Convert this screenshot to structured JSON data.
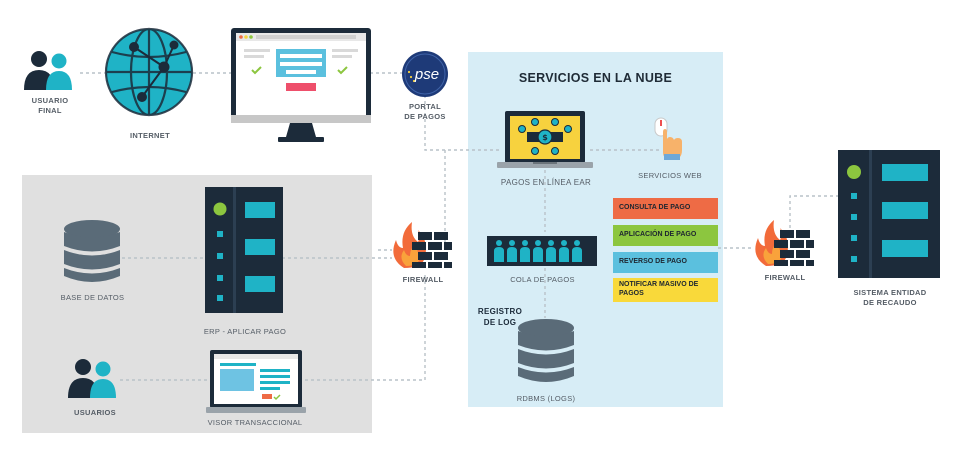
{
  "cloud": {
    "title": "SERVICIOS EN LA NUBE"
  },
  "labels": {
    "usuario_final": "USUARIO\nFINAL",
    "internet": "INTERNET",
    "portal": "PORTAL\nDE PAGOS",
    "pagos_en_linea": "PAGOS EN LÍNEA EAR",
    "servicios_web": "SERVICIOS WEB",
    "cola_de_pagos": "COLA DE PAGOS",
    "registro_de_log": "REGISTRO\nDE LOG",
    "rdbms": "RDBMS (LOGS)",
    "firewall_left": "FIREWALL",
    "firewall_right": "FIREWALL",
    "sistema_entidad": "SISTEMA ENTIDAD\nDE RECAUDO",
    "base_de_datos": "BASE DE DATOS",
    "erp": "ERP - APLICAR PAGO",
    "usuarios": "USUARIOS",
    "visor": "VISOR TRANSACCIONAL"
  },
  "logo": {
    "text": "pse"
  },
  "services": [
    "CONSULTA DE PAGO",
    "APLICACIÓN DE PAGO",
    "REVERSO DE PAGO",
    "NOTIFICAR MASIVO DE PAGOS"
  ],
  "colors": {
    "cloud_zone": "#d7edf6",
    "internal_zone": "#e0e0e0",
    "teal": "#1fb3c6",
    "navy": "#1c2b3a",
    "green_dot": "#8cc63f",
    "fire_orange": "#f26b3a",
    "laptop_yellow": "#f7d23e"
  }
}
